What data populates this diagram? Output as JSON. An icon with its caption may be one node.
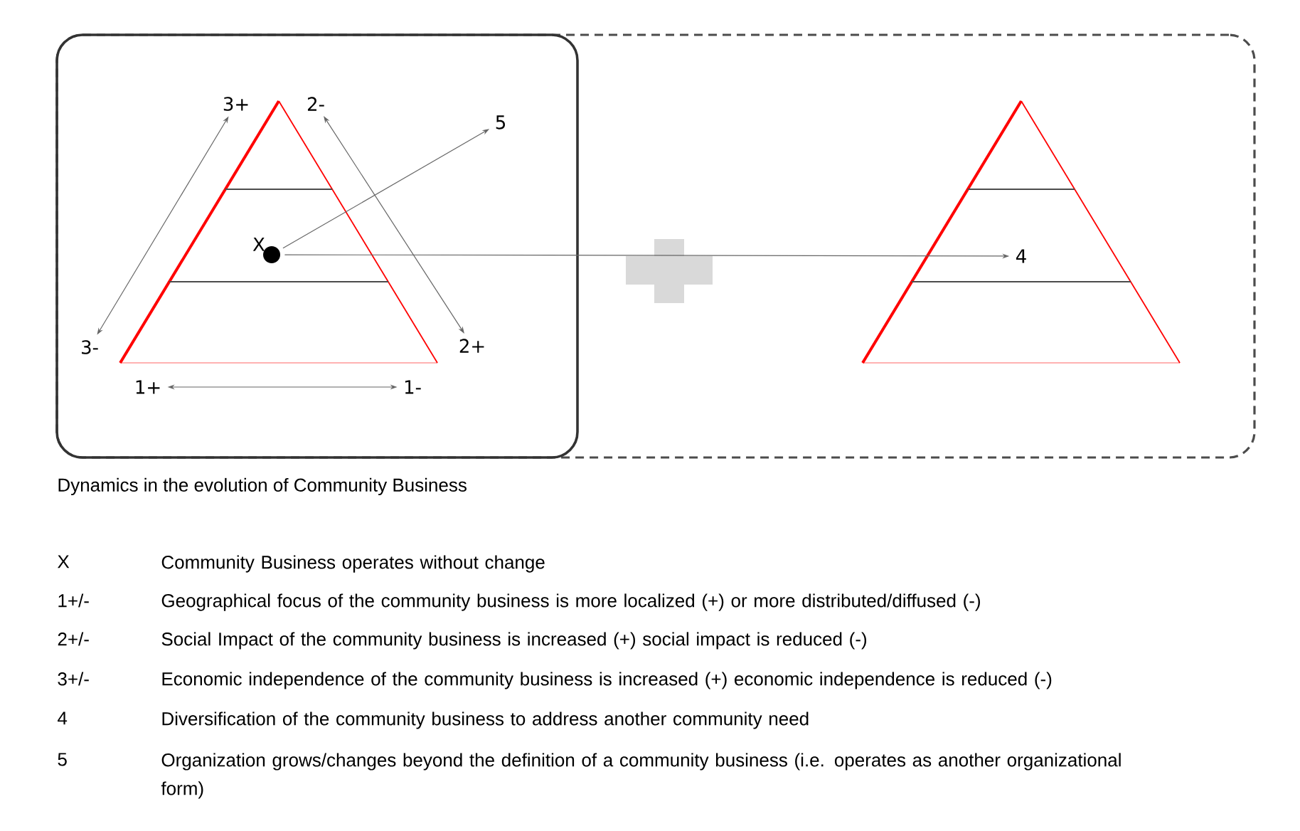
{
  "diagram": {
    "caption": "Dynamics in the evolution of Community Business",
    "nodes": [
      {
        "text": [],
        "shape": "box"
      },
      {
        "text": [],
        "shape": "box",
        "in": 0
      },
      {
        "text": [
          "3+"
        ],
        "in": 1
      },
      {
        "text": [
          "2-"
        ],
        "in": 1
      },
      {
        "text": [
          "5"
        ],
        "in": 1
      },
      {
        "text": [],
        "shape": "circle",
        "beside": [
          "X"
        ],
        "in": 1
      },
      {
        "text": [
          "3-"
        ],
        "in": 1
      },
      {
        "text": [
          "2+"
        ],
        "in": 1
      },
      {
        "text": [
          "1+"
        ],
        "in": 1
      },
      {
        "text": [
          "1-"
        ],
        "in": 1
      },
      {
        "text": [
          "4"
        ],
        "in": 0
      }
    ],
    "edges": [
      {
        "from": 6,
        "to": 2,
        "arrow": "both"
      },
      {
        "from": 3,
        "to": 7,
        "arrow": "both"
      },
      {
        "from": 8,
        "to": 9,
        "arrow": "both"
      },
      {
        "from": 5,
        "to": 4,
        "arrow": "to"
      },
      {
        "from": 5,
        "to": 10,
        "arrow": "to"
      }
    ],
    "labels": [
      "X",
      "Community Business operates without change",
      "1+/-",
      "Geographical focus of the community  business is more localized (+) or more distributed/diffused (-)",
      "2+/-",
      "Social Impact of the community  business is increased (+) social impact is reduced (-)",
      "3+/-",
      "Economic independence of the community  business is increased (+) economic independence is reduced (-)",
      "4",
      "Diversification of the community business to address another community need",
      "5",
      "Organization grows/changes beyond the definition of a community business (i.e. operates as another organizational form)"
    ]
  }
}
